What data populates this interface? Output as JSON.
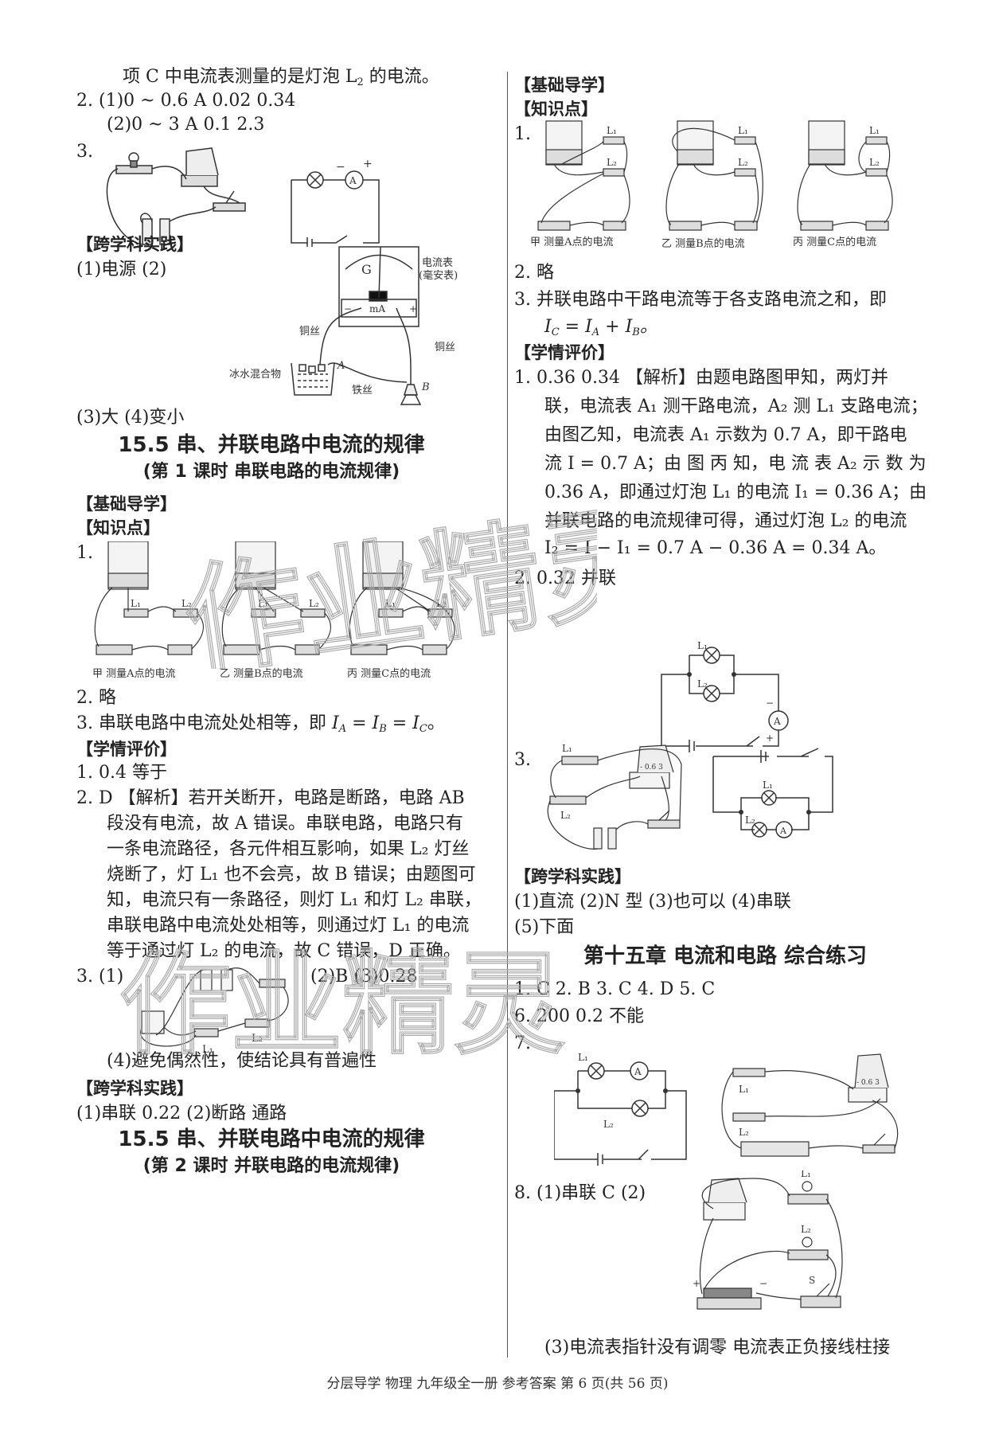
{
  "left": {
    "l1": "项 C 中电流表测量的是灯泡 L",
    "l1_sub": "2",
    "l1_tail": " 的电流。",
    "q2_1": "2.  (1)0 ~ 0.6 A   0.02   0.34",
    "q2_2": "(2)0 ~ 3 A   0.1   2.3",
    "q3": "3.",
    "cross_header": "【跨学科实践】",
    "cross_1": "(1)电源   (2)",
    "cross_3": "(3)大   (4)变小",
    "fig_meter_label1": "电流表",
    "fig_meter_label2": "(毫安表)",
    "fig_copper1": "铜丝",
    "fig_copper2": "铜丝",
    "fig_ice": "冰水混合物",
    "fig_iron": "铁丝",
    "fig_G": "G",
    "fig_mA": "mA",
    "fig_A": "A",
    "fig_B": "B",
    "s1_title": "15.5   串、并联电路中电流的规律",
    "s1_subtitle": "(第 1 课时   串联电路的电流规律)",
    "s1_basic": "【基础导学】",
    "s1_knowledge": "【知识点】",
    "s1_k1": "1.",
    "s1_cap_jia": "甲  测量A点的电流",
    "s1_cap_yi": "乙  测量B点的电流",
    "s1_cap_bing": "丙  测量C点的电流",
    "s1_k2": "2.  略",
    "s1_k3": "3.  串联电路中电流处处相等，即 ",
    "s1_k3_formula": "I_A = I_B = I_C",
    "s1_eval": "【学情评价】",
    "s1_e1": "1.  0.4   等于",
    "s1_e2_lines": [
      "2.  D 【解析】若开关断开，电路是断路，电路 AB",
      "段没有电流，故 A 错误。串联电路，电路只有",
      "一条电流路径，各元件相互影响，如果 L₂ 灯丝",
      "烧断了，灯 L₁ 也不会亮，故 B 错误；由题图可",
      "知，电流只有一条路径，则灯 L₁ 和灯 L₂ 串联，",
      "串联电路中电流处处相等，则通过灯 L₁ 的电流",
      "等于通过灯 L₂ 的电流，故 C 错误，D 正确。"
    ],
    "s1_e3": "3.  (1)",
    "s1_e3_b": "(2)B   (3)0.28",
    "s1_e3_L1": "L₁",
    "s1_e3_L2": "L₂",
    "s1_e3_4": "(4)避免偶然性，使结论具有普遍性",
    "s1_cross": "【跨学科实践】",
    "s1_cross_1": "(1)串联   0.22   (2)断路   通路",
    "s2_title": "15.5   串、并联电路中电流的规律",
    "s2_subtitle": "(第 2 课时   并联电路的电流规律)"
  },
  "right": {
    "basic": "【基础导学】",
    "knowledge": "【知识点】",
    "k1": "1.",
    "cap_jia": "甲  测量A点的电流",
    "cap_yi": "乙  测量B点的电流",
    "cap_bing": "丙  测量C点的电流",
    "k2": "2.  略",
    "k3_1": "3.  并联电路中干路电流等于各支路电流之和，即",
    "k3_2": "I_C = I_A + I_B。",
    "eval": "【学情评价】",
    "e1_lines": [
      "1.  0.36   0.34  【解析】由题电路图甲知，两灯并",
      "联，电流表 A₁ 测干路电流，A₂ 测 L₁ 支路电流；",
      "由图乙知，电流表 A₁ 示数为 0.7 A，即干路电",
      "流 I = 0.7 A；由 图 丙 知，电 流 表 A₂ 示 数 为",
      "0.36 A，即通过灯泡 L₁ 的电流 I₁ = 0.36 A；由",
      "并联电路的电流规律可得，通过灯泡 L₂ 的电流",
      "I₂ = I − I₁ = 0.7 A − 0.36 A = 0.34 A。"
    ],
    "e2": "2.  0.32   并联",
    "e3": "3.",
    "cross": "【跨学科实践】",
    "cross_1": "(1)直流   (2)N 型   (3)也可以   (4)串联",
    "cross_2": "(5)下面",
    "ch_title": "第十五章   电流和电路   综合练习",
    "c1": "1.  C   2.  B   3.  C   4.  D   5.  C",
    "c6": "6.  200   0.2   不能",
    "c7": "7.",
    "c8": "8.  (1)串联   C   (2)",
    "c8_3": "(3)电流表指针没有调零   电流表正负接线柱接",
    "labels": {
      "L1": "L₁",
      "L2": "L₂",
      "A": "A",
      "S": "S",
      "plus": "+",
      "minus": "−",
      "scale": "- 0.6  3"
    }
  },
  "footer": "分层导学   物理   九年级全一册   参考答案   第 6 页(共 56 页)",
  "watermark": "作业精灵"
}
